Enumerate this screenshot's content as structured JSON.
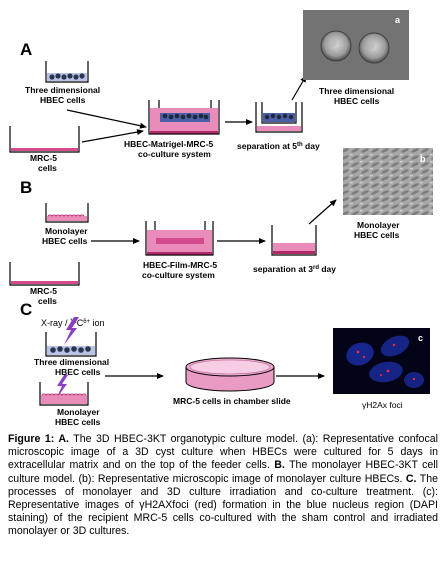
{
  "panels": {
    "a": {
      "letter": "A",
      "well1_label": [
        "Three dimensional",
        "HBEC cells"
      ],
      "well2_label": [
        "MRC-5",
        "cells"
      ],
      "coculture_label": [
        "HBEC-Matrigel-MRC-5",
        "co-culture system"
      ],
      "separation_label": "separation at 5",
      "separation_sup": "th",
      "separation_tail": " day",
      "image_tag": "a",
      "image_label": [
        "Three dimensional",
        "HBEC cells"
      ]
    },
    "b": {
      "letter": "B",
      "well1_label": [
        "Monolayer",
        "HBEC cells"
      ],
      "well2_label": [
        "MRC-5",
        "cells"
      ],
      "coculture_label": [
        "HBEC-Film-MRC-5",
        "co-culture system"
      ],
      "separation_label": "separation at 3",
      "separation_sup": "rd",
      "separation_tail": " day",
      "image_tag": "b",
      "image_label": [
        "Monolayer",
        "HBEC cells"
      ]
    },
    "c": {
      "letter": "C",
      "radiation_prefix": "X-ray / ",
      "radiation_sup": "12",
      "radiation_mid": "C",
      "radiation_sup2": "6+",
      "radiation_suffix": " ion",
      "well1_label": [
        "Three dimensional",
        "HBEC cells"
      ],
      "well2_label": [
        "Monolayer",
        "HBEC cells"
      ],
      "dish_label": "MRC-5 cells in chamber slide",
      "image_tag": "c",
      "image_label": "γH2Ax foci"
    }
  },
  "caption": {
    "heading": "Figure 1: A.",
    "s1": " The 3D HBEC-3KT organotypic culture model. (a): Representative confocal microscopic image of a 3D cyst culture when HBECs were cultured for 5 days in extracellular matrix and on the top of the feeder cells.  ",
    "b_label": "B.",
    "s2": " The monolayer HBEC-3KT cell culture model. (b): Representative microscopic image of monolayer culture HBECs. ",
    "c_label": "C.",
    "s3": " The processes of monolayer and 3D culture irradiation and co-culture treatment. (c): Representative images of γH2AXfoci (red) formation in the blue nucleus region (DAPI staining) of the recipient MRC-5 cells co-cultured with the sham control and irradiated monolayer or 3D cultures."
  },
  "colors": {
    "medium_pink": "#d44a8c",
    "matrigel_blue": "#4a5fa8",
    "cyst_dark": "#2c3550",
    "arrow": "#000000",
    "bolt": "#8a3fc0",
    "nucleus_blue": "#1a2a9a",
    "foci_red": "#ff2a40"
  }
}
